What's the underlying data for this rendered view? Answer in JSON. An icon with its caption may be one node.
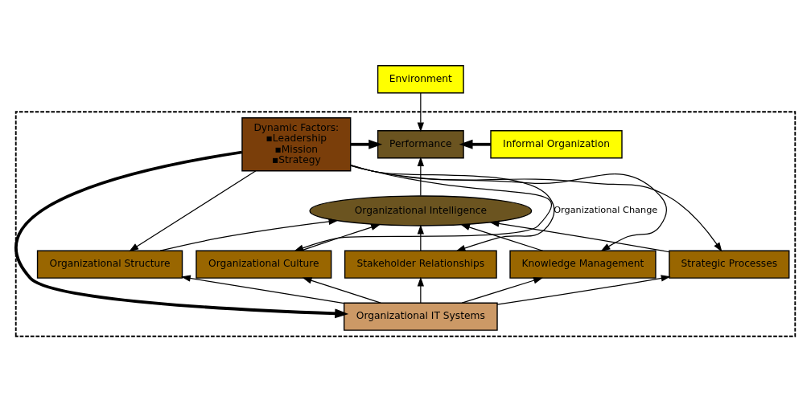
{
  "diagram": {
    "nodes": [
      {
        "text": [
          "Environment"
        ]
      },
      {
        "text": [],
        "shape": "box"
      },
      {
        "text": [
          "Dynamic Factors:",
          "▪Leadership",
          "▪Mission",
          "▪Strategy"
        ],
        "in": 1
      },
      {
        "text": [
          "Performance"
        ],
        "in": 1
      },
      {
        "text": [
          "Informal Organization"
        ],
        "in": 1
      },
      {
        "text": [
          "Organizational Intelligence"
        ],
        "in": 1
      },
      {
        "text": [
          "Organizational Structure"
        ],
        "in": 1
      },
      {
        "text": [
          "Organizational Culture"
        ],
        "in": 1
      },
      {
        "text": [
          "Stakeholder Relationships"
        ],
        "in": 1
      },
      {
        "text": [
          "Knowledge Management"
        ],
        "in": 1
      },
      {
        "text": [
          "Strategic Processes"
        ],
        "in": 1
      },
      {
        "text": [
          "Organizational IT Systems"
        ],
        "in": 1
      }
    ],
    "edges": [
      {
        "from": 0,
        "to": 3,
        "arrow": "to"
      },
      {
        "from": 2,
        "to": 3,
        "arrow": "to",
        "style": "thick"
      },
      {
        "from": 4,
        "to": 3,
        "arrow": "to",
        "style": "thick"
      },
      {
        "from": 5,
        "to": 3,
        "arrow": "to"
      },
      {
        "from": 6,
        "to": 5,
        "arrow": "to"
      },
      {
        "from": 7,
        "to": 5,
        "arrow": "to"
      },
      {
        "from": 8,
        "to": 5,
        "arrow": "to"
      },
      {
        "from": 9,
        "to": 5,
        "arrow": "to"
      },
      {
        "from": 10,
        "to": 5,
        "arrow": "to"
      },
      {
        "from": 2,
        "to": 6,
        "arrow": "to"
      },
      {
        "from": 2,
        "to": 7,
        "arrow": "to"
      },
      {
        "from": 2,
        "to": 8,
        "arrow": "to",
        "label": "Organizational Change"
      },
      {
        "from": 2,
        "to": 9,
        "arrow": "to"
      },
      {
        "from": 2,
        "to": 10,
        "arrow": "to"
      },
      {
        "from": 11,
        "to": 6,
        "arrow": "to"
      },
      {
        "from": 11,
        "to": 7,
        "arrow": "to"
      },
      {
        "from": 11,
        "to": 8,
        "arrow": "to"
      },
      {
        "from": 11,
        "to": 9,
        "arrow": "to"
      },
      {
        "from": 11,
        "to": 10,
        "arrow": "to"
      },
      {
        "from": 2,
        "to": 11,
        "arrow": "to",
        "style": "thick"
      }
    ]
  }
}
